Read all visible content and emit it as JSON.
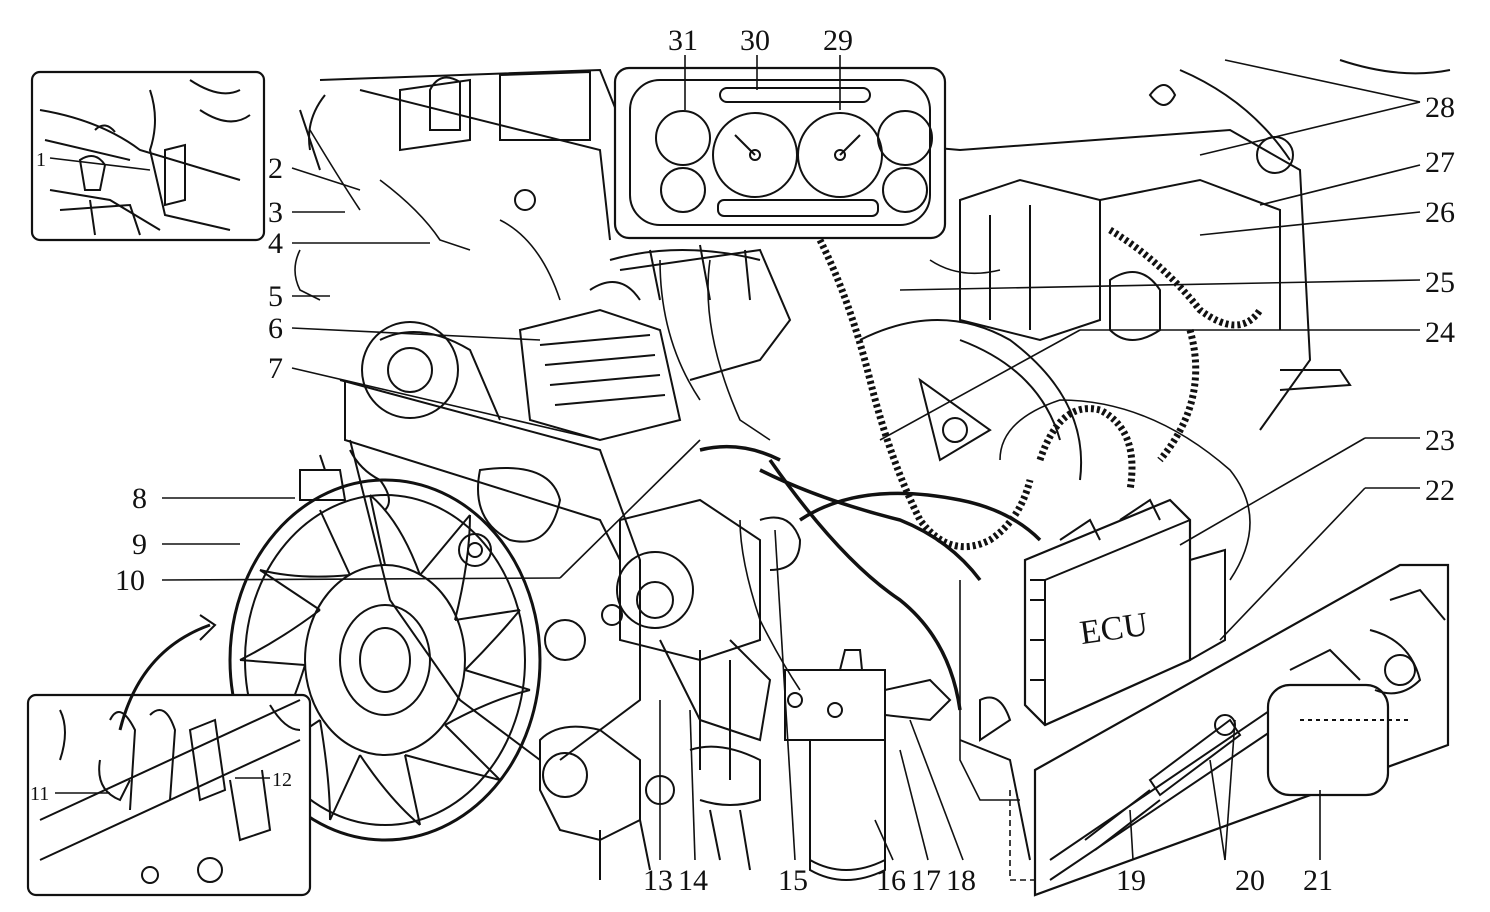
{
  "callouts": [
    {
      "id": "1",
      "label": "1"
    },
    {
      "id": "2",
      "label": "2"
    },
    {
      "id": "3",
      "label": "3"
    },
    {
      "id": "4",
      "label": "4"
    },
    {
      "id": "5",
      "label": "5"
    },
    {
      "id": "6",
      "label": "6"
    },
    {
      "id": "7",
      "label": "7"
    },
    {
      "id": "8",
      "label": "8"
    },
    {
      "id": "9",
      "label": "9"
    },
    {
      "id": "10",
      "label": "10"
    },
    {
      "id": "11",
      "label": "11"
    },
    {
      "id": "12",
      "label": "12"
    },
    {
      "id": "13",
      "label": "13"
    },
    {
      "id": "14",
      "label": "14"
    },
    {
      "id": "15",
      "label": "15"
    },
    {
      "id": "16",
      "label": "16"
    },
    {
      "id": "17",
      "label": "17"
    },
    {
      "id": "18",
      "label": "18"
    },
    {
      "id": "19",
      "label": "19"
    },
    {
      "id": "20",
      "label": "20"
    },
    {
      "id": "21",
      "label": "21"
    },
    {
      "id": "22",
      "label": "22"
    },
    {
      "id": "23",
      "label": "23"
    },
    {
      "id": "24",
      "label": "24"
    },
    {
      "id": "25",
      "label": "25"
    },
    {
      "id": "26",
      "label": "26"
    },
    {
      "id": "27",
      "label": "27"
    },
    {
      "id": "28",
      "label": "28"
    },
    {
      "id": "29",
      "label": "29"
    },
    {
      "id": "30",
      "label": "30"
    },
    {
      "id": "31",
      "label": "31"
    }
  ],
  "ecu_label": "ECU"
}
